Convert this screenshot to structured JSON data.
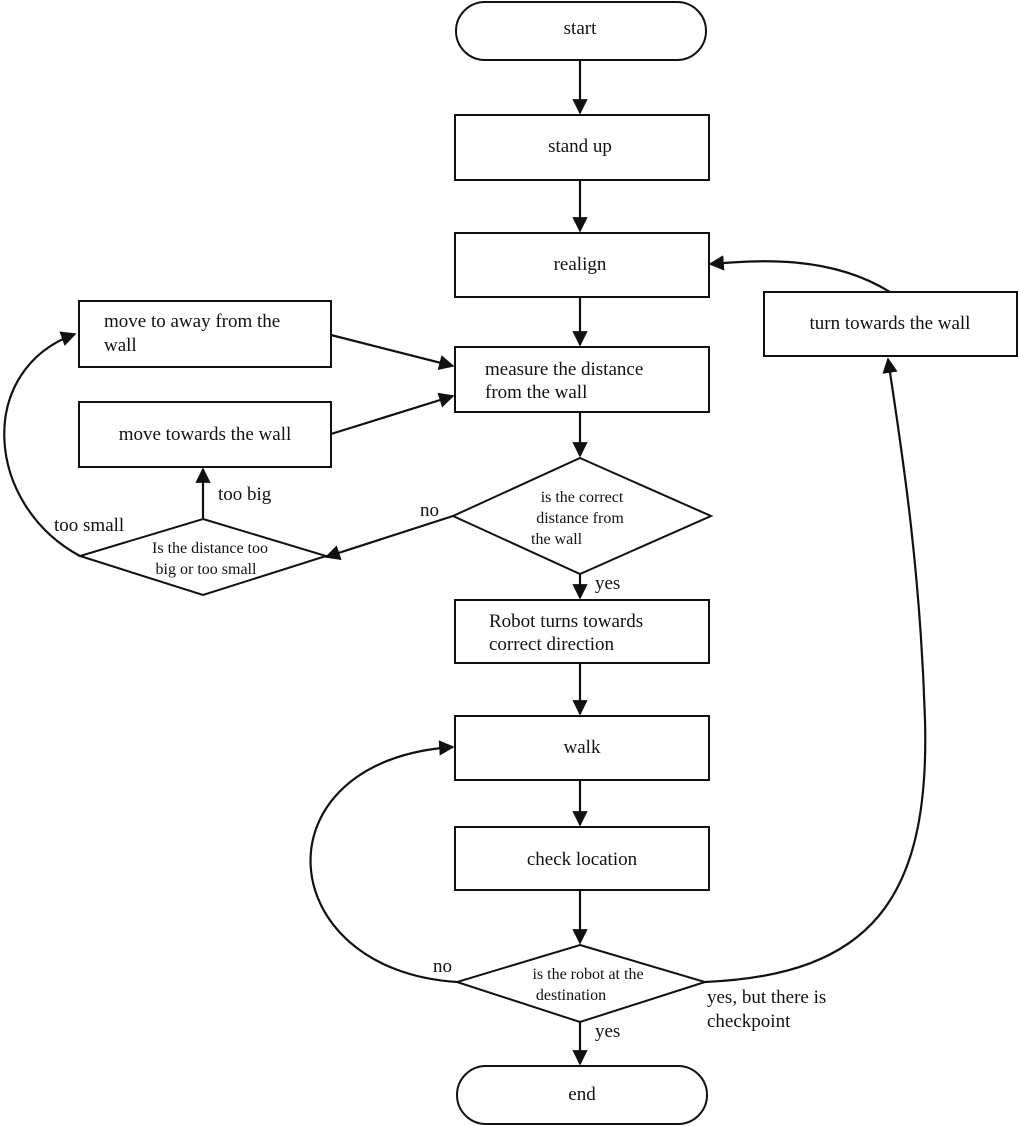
{
  "nodes": {
    "start": "start",
    "stand_up": "stand up",
    "realign": "realign",
    "measure": [
      "measure the distance",
      "from the wall"
    ],
    "turn_wall": "turn towards the wall",
    "move_away": [
      "move to away from the",
      "wall"
    ],
    "move_towards": "move towards the wall",
    "correct_distance": [
      "is the correct",
      "distance from",
      "the wall"
    ],
    "too_big_small": [
      "Is the distance too",
      "big or too small"
    ],
    "robot_turns": [
      "Robot turns towards",
      "correct direction"
    ],
    "walk": "walk",
    "check_location": "check location",
    "at_destination": [
      "is the robot at the",
      "destination"
    ],
    "end": "end"
  },
  "edge_labels": {
    "too_big": "too big",
    "too_small": "too small",
    "no_distance": "no",
    "yes_distance": "yes",
    "no_destination": "no",
    "yes_destination": "yes",
    "checkpoint": [
      "yes, but there is",
      "checkpoint"
    ]
  }
}
